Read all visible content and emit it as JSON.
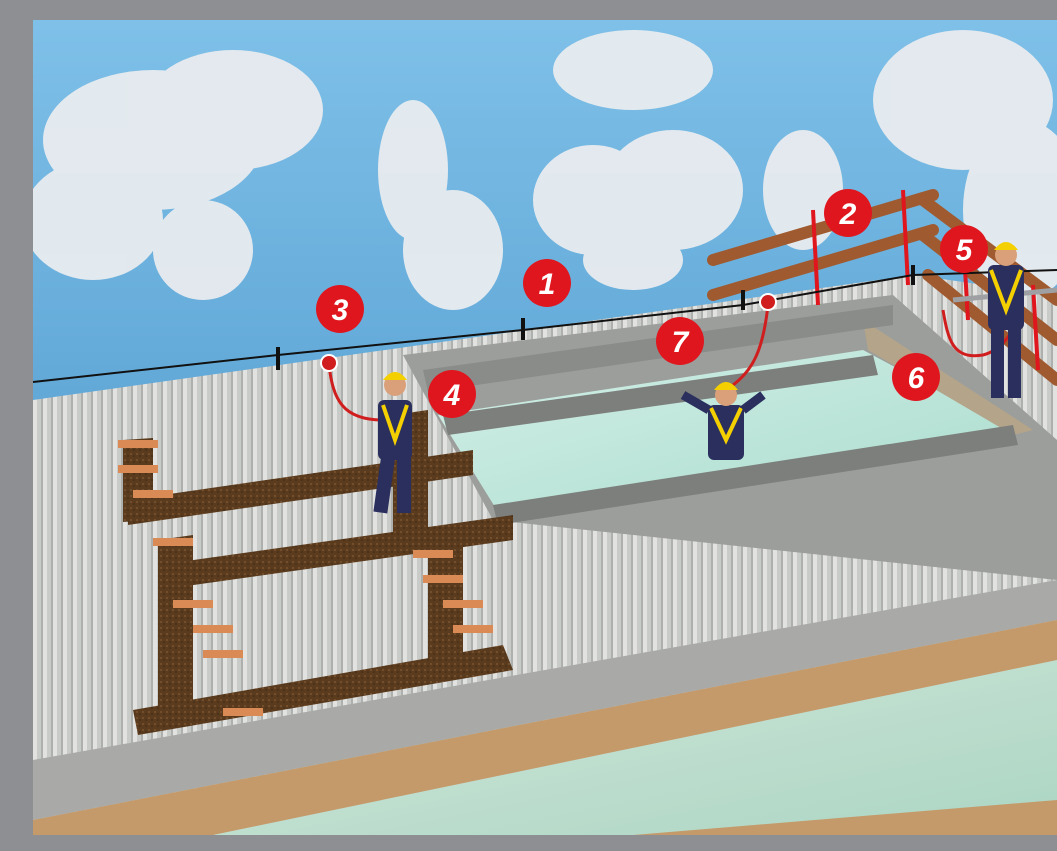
{
  "scene": {
    "frame_color": "#8d8f92",
    "sky_color": "#6fb3de",
    "roof_color": "#c9cbc8",
    "glass_color": "#bfe3d9",
    "board_color": "#5a3b1e",
    "rail_color": "#a05a30",
    "marker_color": "#e0161e",
    "markers": [
      {
        "id": "1",
        "label": "1"
      },
      {
        "id": "2",
        "label": "2"
      },
      {
        "id": "3",
        "label": "3"
      },
      {
        "id": "4",
        "label": "4"
      },
      {
        "id": "5",
        "label": "5"
      },
      {
        "id": "6",
        "label": "6"
      },
      {
        "id": "7",
        "label": "7"
      }
    ]
  }
}
